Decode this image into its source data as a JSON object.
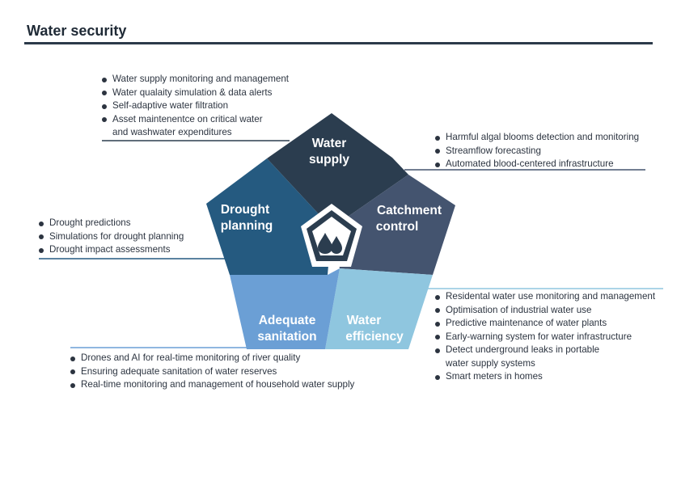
{
  "page_title": "Water security",
  "colors": {
    "water_supply": "#2b3d4f",
    "catchment_control": "#44546f",
    "water_efficiency": "#8fc6df",
    "adequate_sanitation": "#6b9fd5",
    "drought_planning": "#255a80",
    "center_icon": "#2b3d4f"
  },
  "segments": {
    "water_supply": [
      "Water",
      "supply"
    ],
    "catchment_control": [
      "Catchment",
      "control"
    ],
    "water_efficiency": [
      "Water",
      "efficiency"
    ],
    "adequate_sanitation": [
      "Adequate",
      "sanitation"
    ],
    "drought_planning": [
      "Drought",
      "planning"
    ]
  },
  "center_icon": "water-drops-icon",
  "lists": {
    "water_supply": [
      [
        "Water supply monitoring and management"
      ],
      [
        "Water qualaity simulation & data alerts"
      ],
      [
        "Self-adaptive water filtration"
      ],
      [
        "Asset maintenentce on critical water",
        "and washwater expenditures"
      ]
    ],
    "catchment_control": [
      [
        "Harmful algal blooms detection and monitoring"
      ],
      [
        "Streamflow forecasting"
      ],
      [
        "Automated blood-centered infrastructure"
      ]
    ],
    "drought_planning": [
      [
        "Drought predictions"
      ],
      [
        "Simulations for drought planning"
      ],
      [
        "Drought impact assessments"
      ]
    ],
    "water_efficiency": [
      [
        "Residental water use monitoring and management"
      ],
      [
        "Optimisation of industrial water use"
      ],
      [
        "Predictive maintenance of water plants"
      ],
      [
        "Early-warning system for water infrastructure"
      ],
      [
        "Detect underground leaks in portable",
        "water supply systems"
      ],
      [
        "Smart meters in homes"
      ]
    ],
    "adequate_sanitation": [
      [
        "Drones and AI for real-time monitoring of river quality"
      ],
      [
        "Ensuring adequate sanitation of water reserves"
      ],
      [
        "Real-time monitoring and management of household water supply"
      ]
    ]
  }
}
